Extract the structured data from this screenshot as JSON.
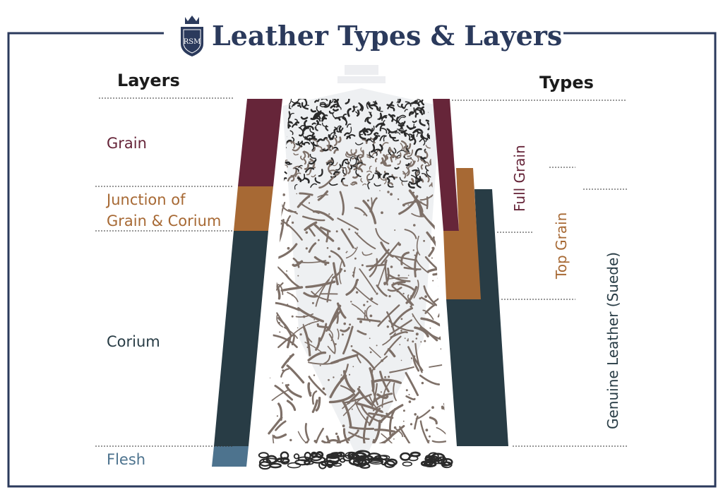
{
  "title": "Leather Types & Layers",
  "logo_monogram": "RSM",
  "layers": {
    "heading": "Layers",
    "items": [
      {
        "label": "Grain",
        "color": "#662539"
      },
      {
        "label_line1": "Junction of",
        "label_line2": "Grain & Corium",
        "color": "#a76934"
      },
      {
        "label": "Corium",
        "color": "#283c45"
      },
      {
        "label": "Flesh",
        "color": "#4d738e"
      }
    ]
  },
  "types": {
    "heading": "Types",
    "items": [
      {
        "label": "Full Grain",
        "color": "#662539"
      },
      {
        "label": "Top Grain",
        "color": "#a76934"
      },
      {
        "label": "Genuine Leather (Suede)",
        "color": "#283c45"
      }
    ]
  },
  "colors": {
    "frame": "#2b3a5c",
    "fibers_dark": "#2a2a2a",
    "fibers_light": "#7e7068"
  }
}
